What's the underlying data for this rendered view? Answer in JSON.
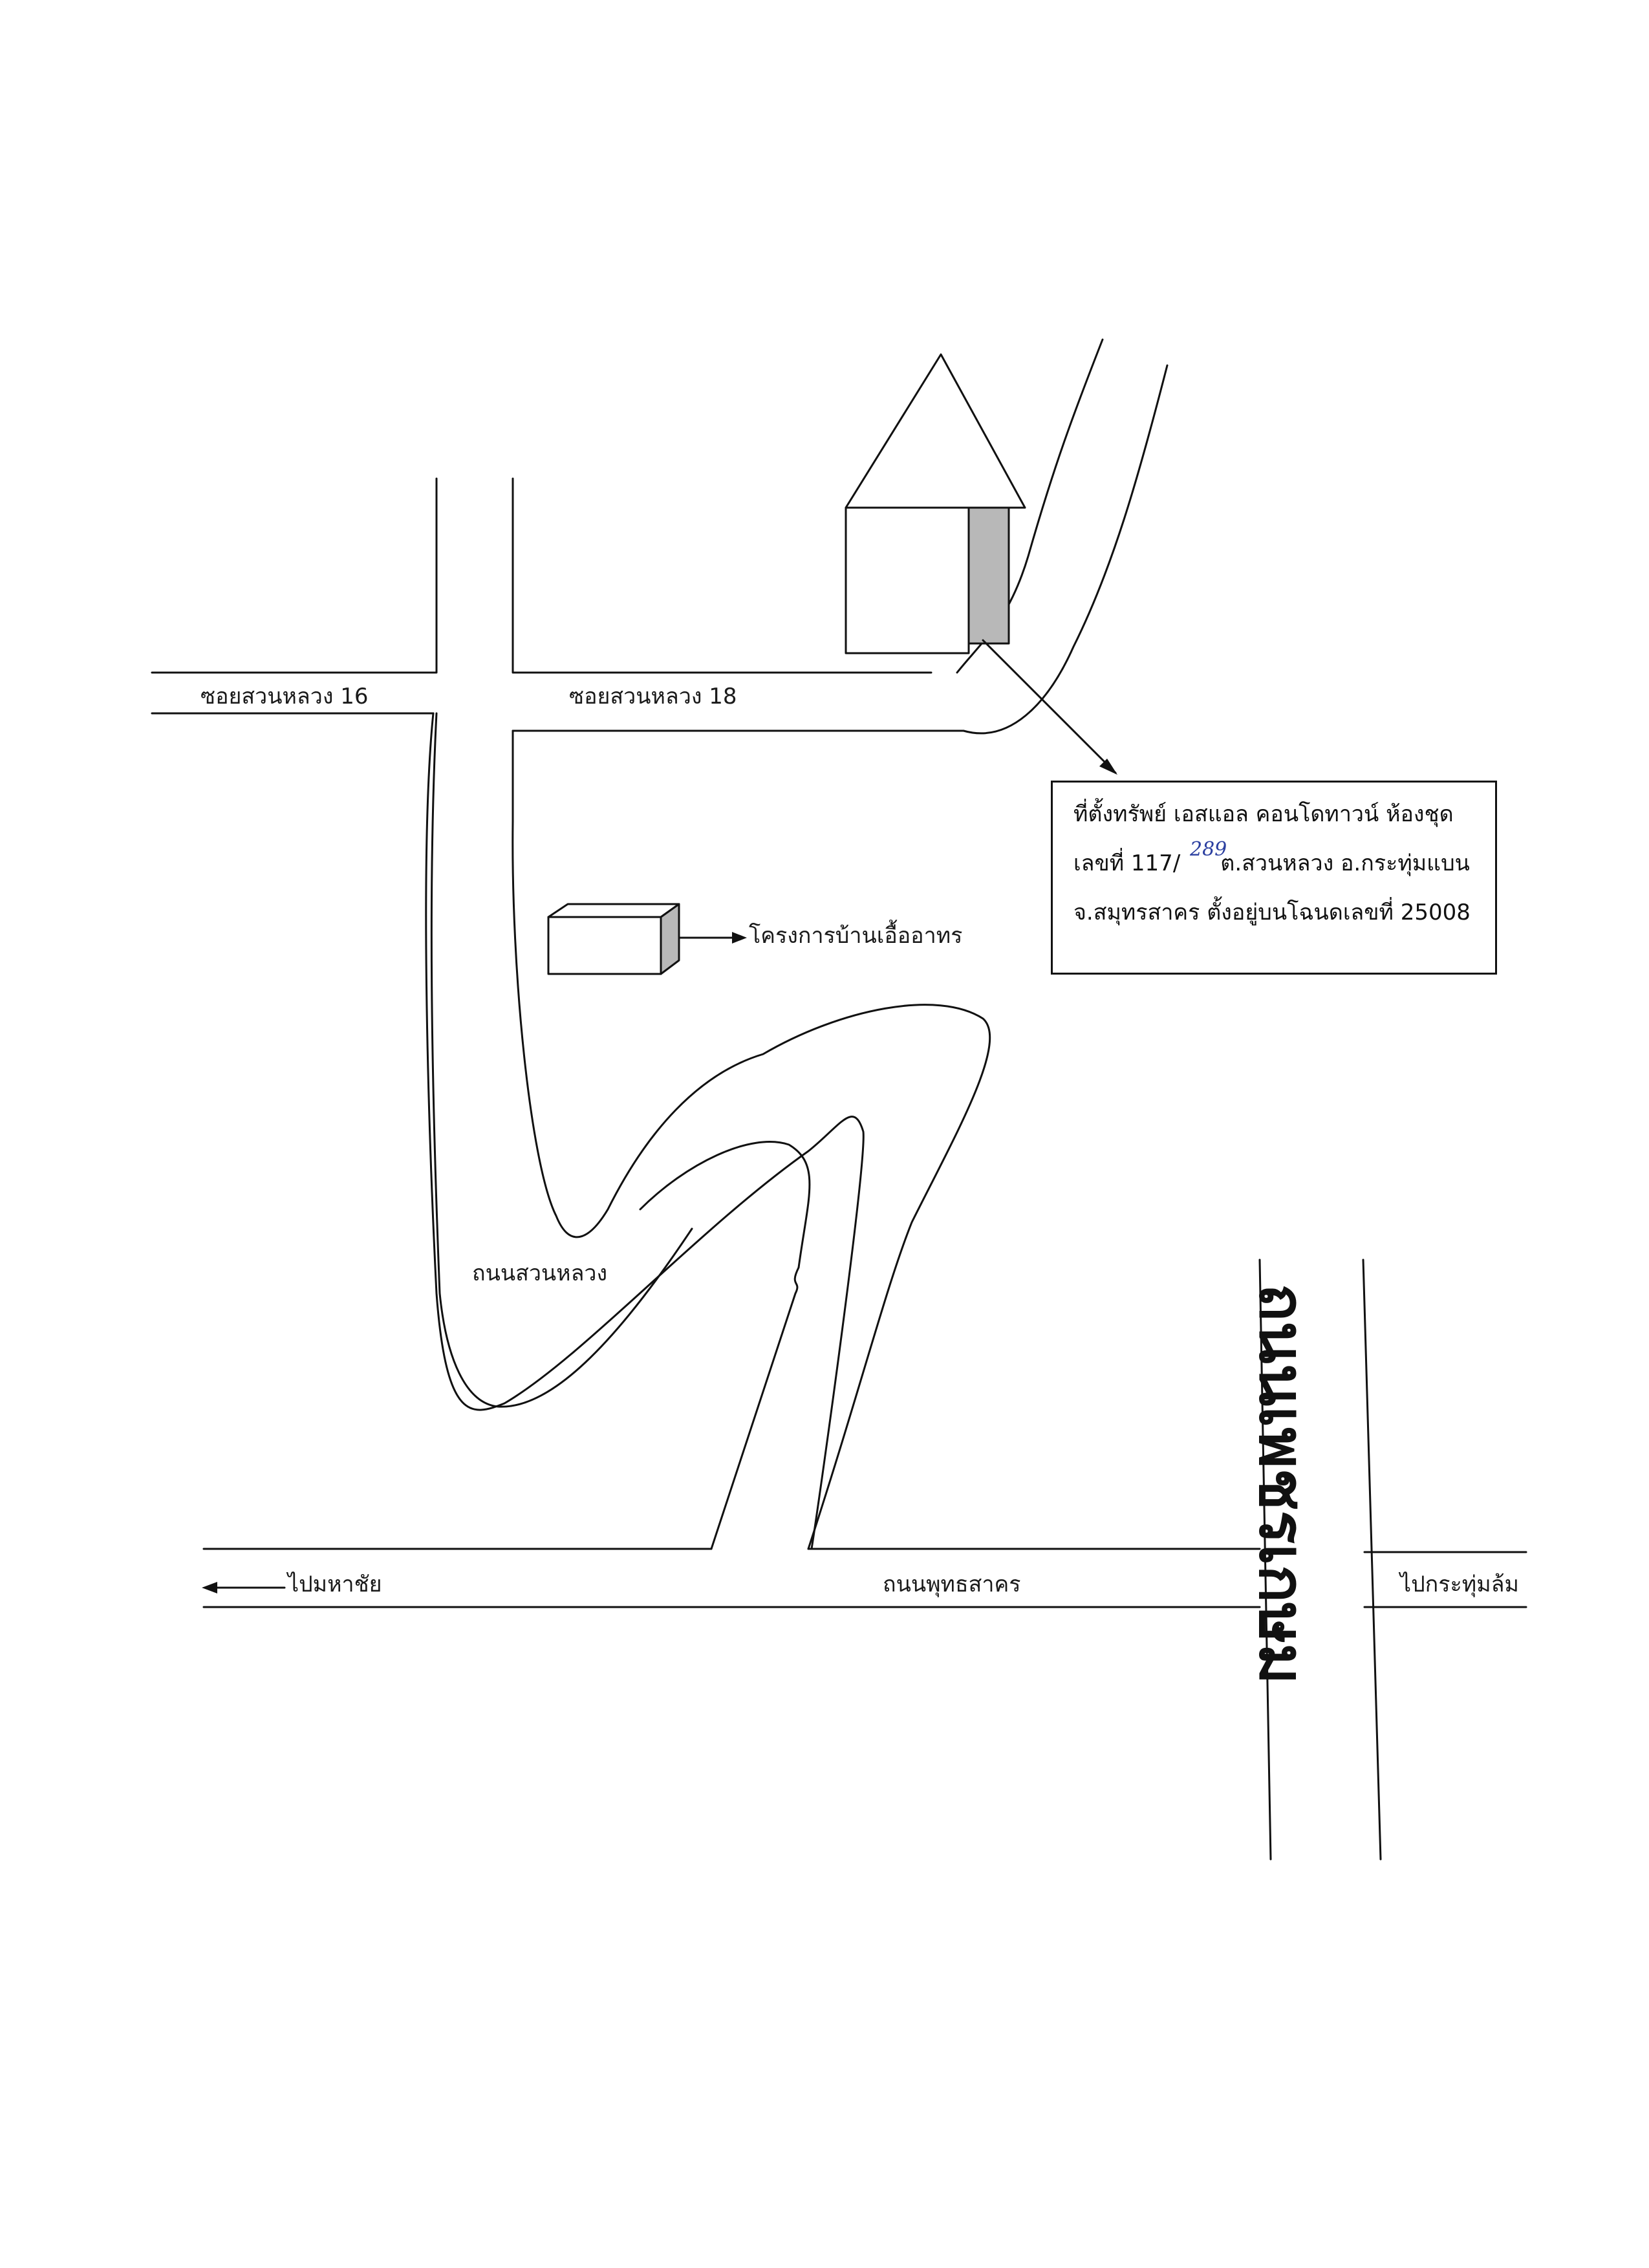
{
  "labels": {
    "soi16": "ซอยสวนหลวง 16",
    "soi18": "ซอยสวนหลวง 18",
    "project": "โครงการบ้านเอื้ออาทร",
    "suan_luang_road": "ถนนสวนหลวง",
    "to_mahachai": "ไปมหาชัย",
    "phutthasakhon_road": "ถนนพุทธสาคร",
    "to_krathum_lom": "ไปกระทุ่มล้ม",
    "phetkasem_road": "ถนนเพชรเกษม"
  },
  "info_box": {
    "line1": "ที่ตั้งทรัพย์ เอสแอล คอนโดทาวน์ ห้องชุด",
    "line2_prefix": "เลขที่ 117/",
    "line2_suffix": "ต.สวนหลวง อ.กระทุ่มแบน",
    "line3": "จ.สมุทรสาคร ตั้งอยู่บนโฉนดเลขที่ 25008",
    "handwritten_number": "289"
  },
  "colors": {
    "line": "#111111",
    "shading": "#b8b8b8",
    "handwriting": "#2b3fa0"
  }
}
